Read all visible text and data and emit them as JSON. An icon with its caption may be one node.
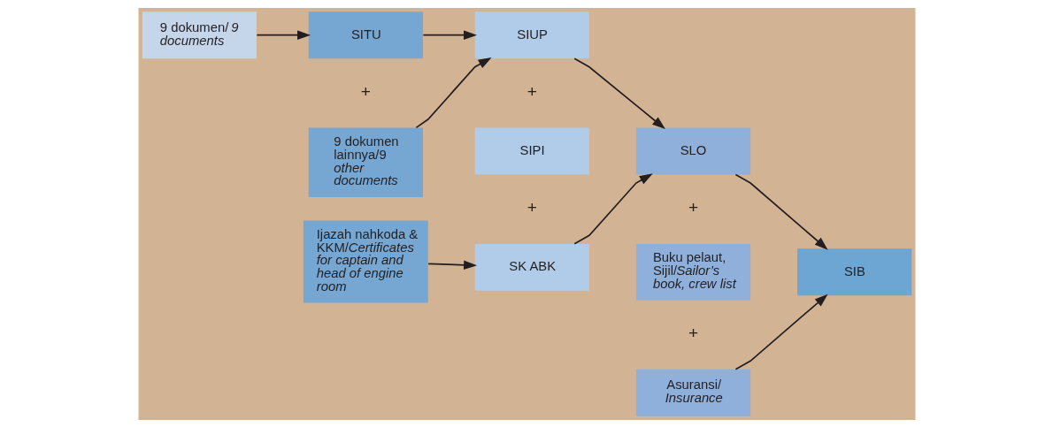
{
  "diagram": {
    "nodes": [
      {
        "text": [
          "9 dokumen/ *9 documents*"
        ]
      },
      {
        "text": [
          "SITU"
        ]
      },
      {
        "text": [
          "9 dokumen lainnya/9 *other documents*"
        ]
      },
      {
        "text": [
          "Ijazah nahkoda & KKM/*Certificates for captain and head of engine room*"
        ]
      },
      {
        "text": [
          "SIUP"
        ]
      },
      {
        "text": [
          "SIPI"
        ]
      },
      {
        "text": [
          "SK ABK"
        ]
      },
      {
        "text": [
          "SLO"
        ]
      },
      {
        "text": [
          "Buku pelaut, Sijil/*Sailor’s book, crew list*"
        ]
      },
      {
        "text": [
          "Asuransi/ *Insurance*"
        ]
      },
      {
        "text": [
          "SIB"
        ]
      }
    ],
    "edges": [
      {
        "from": 0,
        "to": 1,
        "arrow": "to"
      },
      {
        "from": 1,
        "to": 4,
        "arrow": "to"
      },
      {
        "from": 2,
        "to": 4,
        "arrow": "to"
      },
      {
        "from": 3,
        "to": 6,
        "arrow": "to"
      },
      {
        "from": 4,
        "to": 7,
        "arrow": "to"
      },
      {
        "from": 6,
        "to": 7,
        "arrow": "to"
      },
      {
        "from": 7,
        "to": 10,
        "arrow": "to"
      },
      {
        "from": 9,
        "to": 10,
        "arrow": "to"
      }
    ],
    "labels": [
      "+",
      "+",
      "+",
      "+",
      "+"
    ]
  }
}
